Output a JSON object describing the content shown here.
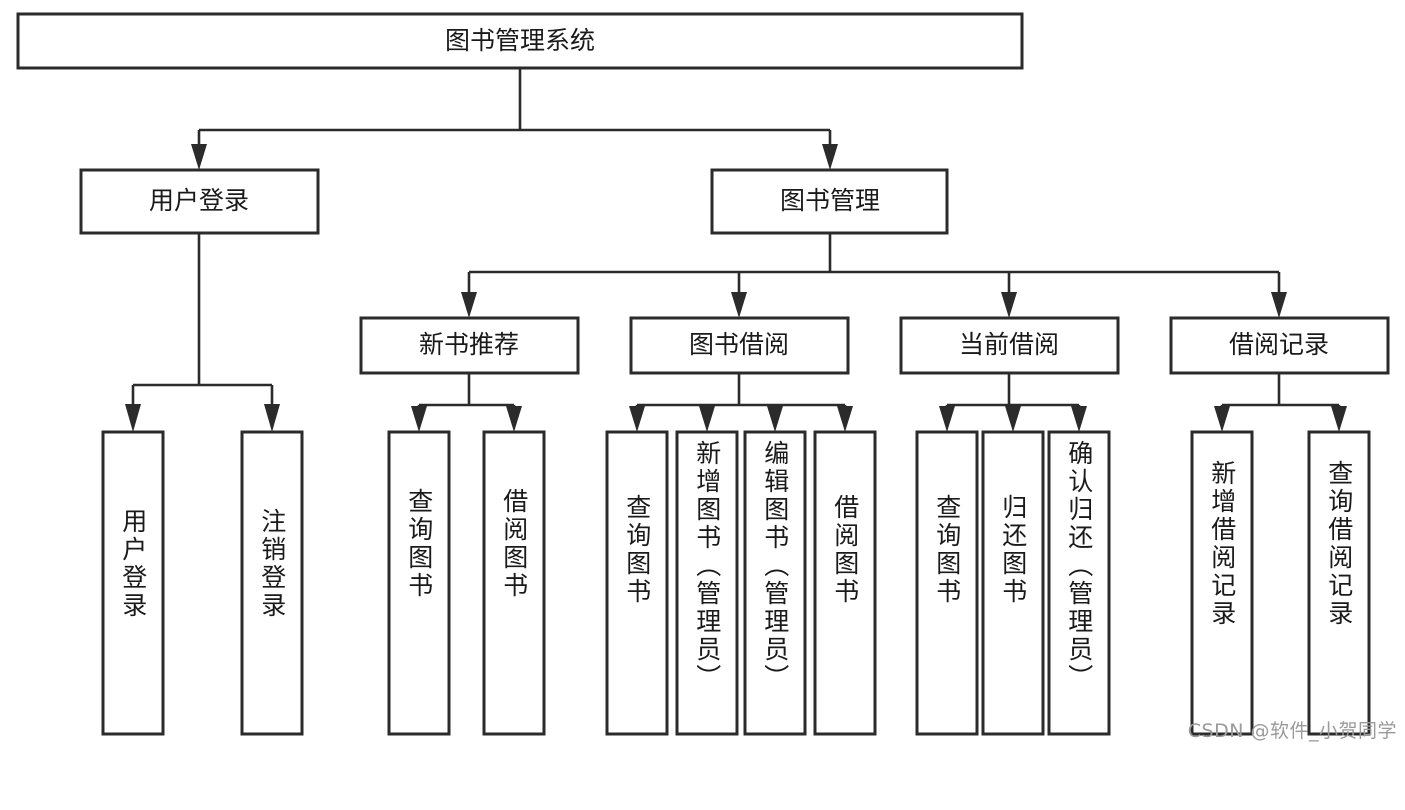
{
  "diagram": {
    "type": "tree-hierarchy",
    "title": "图书管理系统",
    "watermark": "CSDN @软件_小贺同学",
    "colors": {
      "background": "#ffffff",
      "node_fill": "#ffffff",
      "node_stroke": "#2b2b2b",
      "text": "#1a1a1a",
      "watermark": "#9a9a9a"
    },
    "levels": {
      "root": {
        "label": "图书管理系统"
      },
      "level2": [
        {
          "id": "user-login",
          "label": "用户登录"
        },
        {
          "id": "book-manage",
          "label": "图书管理"
        }
      ],
      "level3": [
        {
          "id": "new-book-recommend",
          "label": "新书推荐",
          "parent": "book-manage"
        },
        {
          "id": "book-borrow",
          "label": "图书借阅",
          "parent": "book-manage"
        },
        {
          "id": "current-borrow",
          "label": "当前借阅",
          "parent": "book-manage"
        },
        {
          "id": "borrow-record",
          "label": "借阅记录",
          "parent": "book-manage"
        }
      ],
      "leaves": [
        {
          "id": "leaf-user-login",
          "label": "用户登录",
          "parent": "user-login"
        },
        {
          "id": "leaf-logout",
          "label": "注销登录",
          "parent": "user-login"
        },
        {
          "id": "leaf-query-book-rec",
          "label": "查询图书",
          "parent": "new-book-recommend"
        },
        {
          "id": "leaf-borrow-book-rec",
          "label": "借阅图书",
          "parent": "new-book-recommend"
        },
        {
          "id": "leaf-query-book-borrow",
          "label": "查询图书",
          "parent": "book-borrow"
        },
        {
          "id": "leaf-add-book",
          "label": "新增图书（管理员）",
          "parent": "book-borrow"
        },
        {
          "id": "leaf-edit-book",
          "label": "编辑图书（管理员）",
          "parent": "book-borrow"
        },
        {
          "id": "leaf-borrow-book",
          "label": "借阅图书",
          "parent": "book-borrow"
        },
        {
          "id": "leaf-query-book-cur",
          "label": "查询图书",
          "parent": "current-borrow"
        },
        {
          "id": "leaf-return-book",
          "label": "归还图书",
          "parent": "current-borrow"
        },
        {
          "id": "leaf-confirm-return",
          "label": "确认归还（管理员）",
          "parent": "current-borrow"
        },
        {
          "id": "leaf-add-record",
          "label": "新增借阅记录",
          "parent": "borrow-record"
        },
        {
          "id": "leaf-query-record",
          "label": "查询借阅记录",
          "parent": "borrow-record"
        }
      ]
    }
  }
}
